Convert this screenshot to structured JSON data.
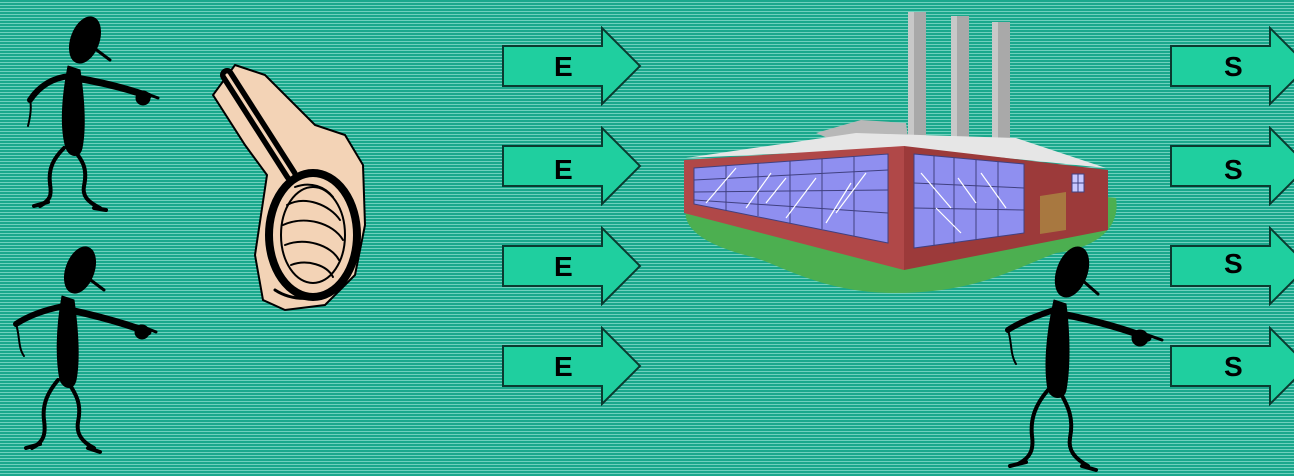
{
  "colors": {
    "background": "#1aa88c",
    "stripe": "#6fd0bd",
    "arrow_fill": "#1fcf9f",
    "arrow_stroke": "#0a3b30",
    "figure": "#000000",
    "factory_wall": "#b04848",
    "factory_window": "#8f8ff0",
    "lawn": "#4caf50",
    "chimney": "#a9a9a9",
    "magnifier_paper": "#f3d3b6"
  },
  "icons": {
    "pointing_figure": "pointing-stick-figure-icon",
    "magnifier": "magnifying-glass-icon",
    "factory": "factory-icon",
    "arrow": "right-arrow-icon"
  },
  "inputs": {
    "arrows": [
      {
        "label": "E"
      },
      {
        "label": "E"
      },
      {
        "label": "E"
      },
      {
        "label": "E"
      }
    ]
  },
  "outputs": {
    "arrows": [
      {
        "label": "S"
      },
      {
        "label": "S"
      },
      {
        "label": "S"
      },
      {
        "label": "S"
      }
    ]
  }
}
